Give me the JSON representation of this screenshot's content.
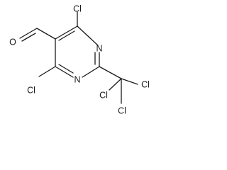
{
  "molecule": {
    "atoms": {
      "cl_top": "Cl",
      "n_right": "N",
      "n_lower": "N",
      "cl_bottom_left": "Cl",
      "o_aldehyde": "O",
      "cl_ccl3_right": "Cl",
      "cl_ccl3_left": "Cl",
      "cl_ccl3_bottom": "Cl"
    }
  }
}
